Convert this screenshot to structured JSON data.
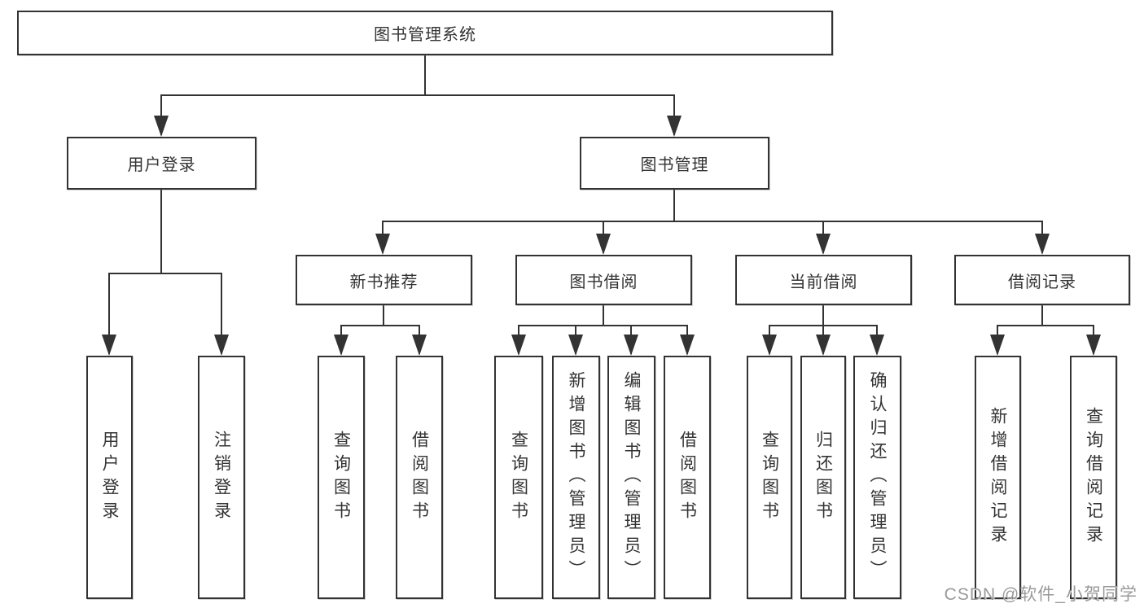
{
  "diagram": {
    "title": "图书管理系统",
    "level1": [
      {
        "label": "用户登录"
      },
      {
        "label": "图书管理"
      }
    ],
    "level2": [
      {
        "label": "新书推荐",
        "parent": "图书管理"
      },
      {
        "label": "图书借阅",
        "parent": "图书管理"
      },
      {
        "label": "当前借阅",
        "parent": "图书管理"
      },
      {
        "label": "借阅记录",
        "parent": "图书管理"
      }
    ],
    "leafGroups": [
      {
        "parent": "用户登录",
        "items": [
          "用户登录",
          "注销登录"
        ]
      },
      {
        "parent": "新书推荐",
        "items": [
          "查询图书",
          "借阅图书"
        ]
      },
      {
        "parent": "图书借阅",
        "items": [
          "查询图书",
          "新增图书（管理员）",
          "编辑图书（管理员）",
          "借阅图书"
        ]
      },
      {
        "parent": "当前借阅",
        "items": [
          "查询图书",
          "归还图书",
          "确认归还（管理员）"
        ]
      },
      {
        "parent": "借阅记录",
        "items": [
          "新增借阅记录",
          "查询借阅记录"
        ]
      }
    ]
  },
  "watermark": "CSDN @软件_小贺同学",
  "colors": {
    "line": "#333333",
    "box_border": "#333333",
    "text": "#333333",
    "background": "#ffffff",
    "watermark": "#9a9a9a"
  }
}
